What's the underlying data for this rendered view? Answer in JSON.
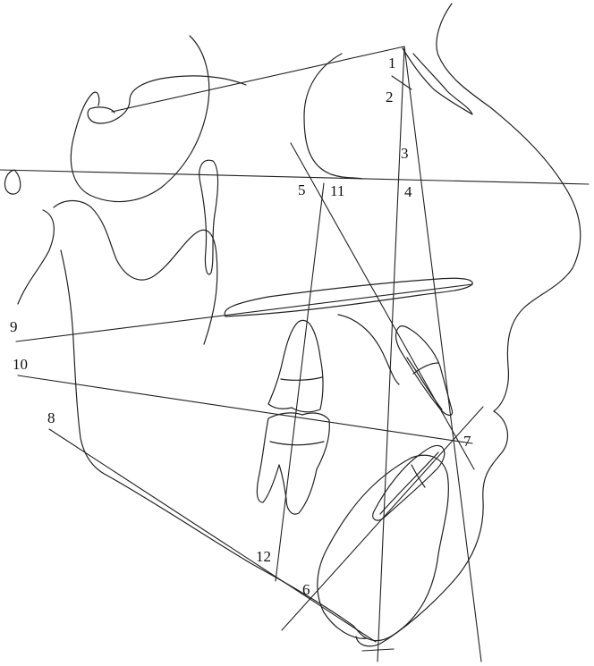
{
  "labels": {
    "l1": "1",
    "l2": "2",
    "l3": "3",
    "l4": "4",
    "l5": "5",
    "l6": "6",
    "l7": "7",
    "l8": "8",
    "l9": "9",
    "l10": "10",
    "l11": "11",
    "l12": "12"
  },
  "colors": {
    "stroke": "#222222",
    "background": "#ffffff"
  }
}
